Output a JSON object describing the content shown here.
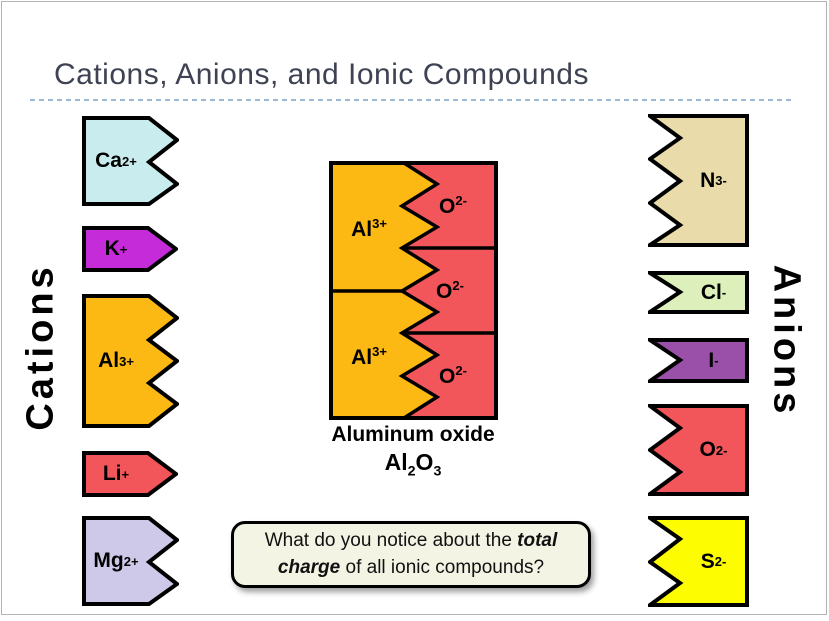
{
  "slide": {
    "title": "Cations, Anions, and Ionic Compounds",
    "left_label": "Cations",
    "right_label": "Anions",
    "title_color": "#3e4253",
    "rule_color": "#9bbad6"
  },
  "cations": [
    {
      "symbol": "Ca",
      "charge": "2+",
      "teeth": 2,
      "color": "#c9edee"
    },
    {
      "symbol": "K",
      "charge": "+",
      "teeth": 1,
      "color": "#c62bd9"
    },
    {
      "symbol": "Al",
      "charge": "3+",
      "teeth": 3,
      "color": "#fcb813"
    },
    {
      "symbol": "Li",
      "charge": "+",
      "teeth": 1,
      "color": "#f3565a"
    },
    {
      "symbol": "Mg",
      "charge": "2+",
      "teeth": 2,
      "color": "#cfc9e9"
    }
  ],
  "anions": [
    {
      "symbol": "N",
      "charge": "3-",
      "notches": 3,
      "color": "#e9dbaa"
    },
    {
      "symbol": "Cl",
      "charge": "-",
      "notches": 1,
      "color": "#ddefba"
    },
    {
      "symbol": "I",
      "charge": "-",
      "notches": 1,
      "color": "#9a4fa8"
    },
    {
      "symbol": "O",
      "charge": "2-",
      "notches": 2,
      "color": "#f3565a"
    },
    {
      "symbol": "S",
      "charge": "2-",
      "notches": 2,
      "color": "#fdfc00"
    }
  ],
  "compound": {
    "cation_color": "#fcb813",
    "anion_color": "#f3565a",
    "cation_label": {
      "symbol": "Al",
      "charge": "3+"
    },
    "anion_label": {
      "symbol": "O",
      "charge": "2-"
    },
    "name": "Aluminum oxide",
    "f_el1": "Al",
    "f_sub1": "2",
    "f_el2": "O",
    "f_sub2": "3"
  },
  "question": {
    "pre": "What do you notice about the ",
    "emphasis": "total charge",
    "post": " of all ionic compounds?",
    "bg_color": "#f4f4e4"
  }
}
